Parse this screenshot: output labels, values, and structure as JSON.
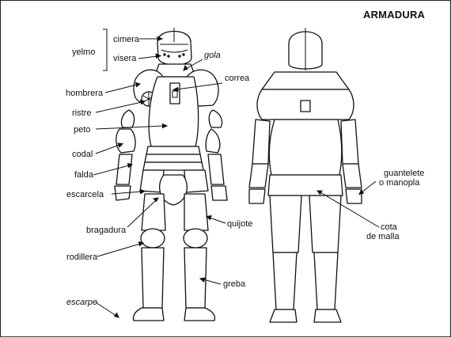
{
  "title": "ARMADURA",
  "labels": {
    "yelmo": "yelmo",
    "cimera": "cimera",
    "visera": "visera",
    "gola": "gola",
    "correa": "correa",
    "hombrera": "hombrera",
    "ristre": "ristre",
    "peto": "peto",
    "codal": "codal",
    "falda": "falda",
    "escarcela": "escarcela",
    "bragadura": "bragadura",
    "quijote": "quijote",
    "rodillera": "rodillera",
    "greba": "greba",
    "escarpe": "escarpe",
    "guantelete": "guantelete",
    "manopla": "o manopla",
    "cota": "cota",
    "de_malla": "de malla"
  }
}
